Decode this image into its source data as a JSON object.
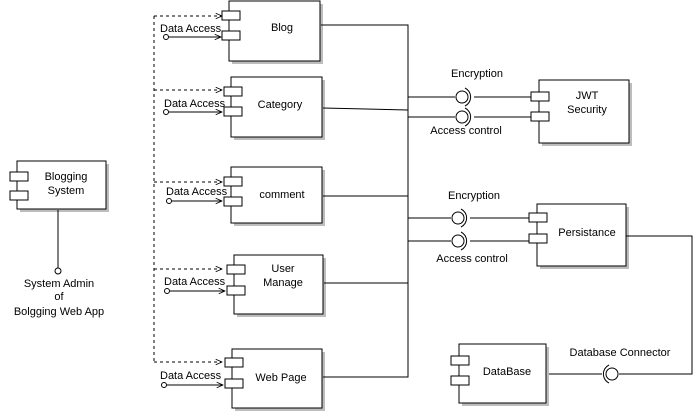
{
  "components": {
    "blog": "Blog",
    "category": "Category",
    "comment": "comment",
    "user_manage": [
      "User",
      "Manage"
    ],
    "web_page": "Web Page",
    "blogging_system": [
      "Blogging",
      "System"
    ],
    "jwt_security": [
      "JWT",
      "Security"
    ],
    "persistance": "Persistance",
    "database": "DataBase"
  },
  "labels": {
    "data_access": "Data Access",
    "encryption": "Encryption",
    "access_control": "Access control",
    "database_connector": "Database Connector",
    "system_admin": [
      "System Admin",
      "of",
      "Bolgging Web App"
    ]
  }
}
